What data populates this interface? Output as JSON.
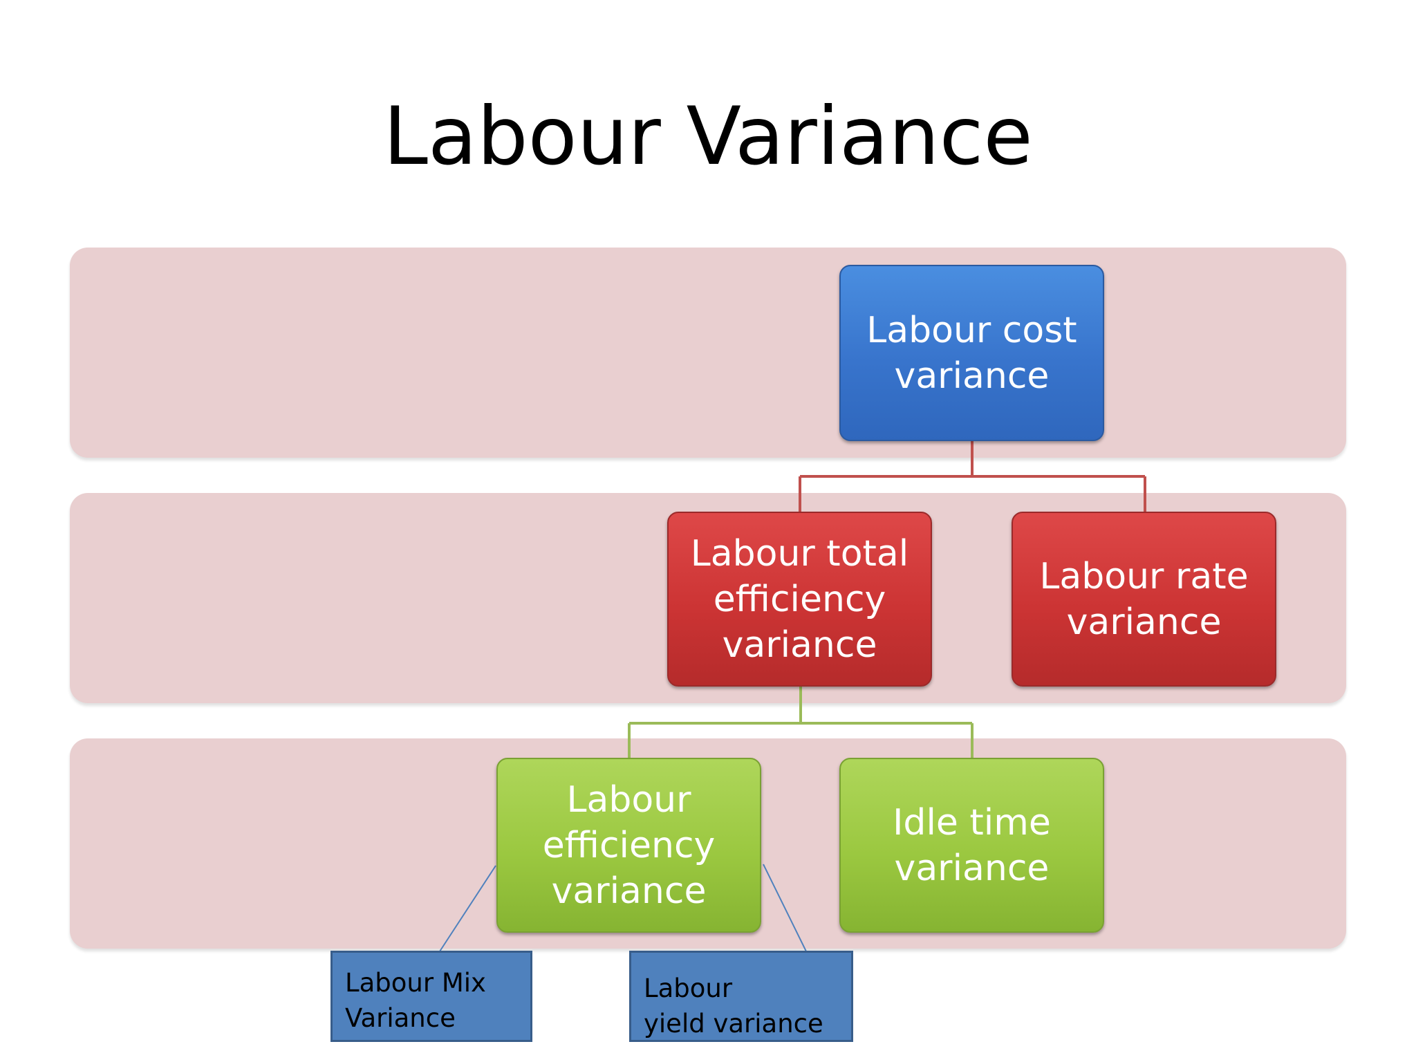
{
  "title": "Labour Variance",
  "colors": {
    "band": "#e9cfd0",
    "level_1": "#3874cc",
    "level_2": "#cc3434",
    "level_3": "#9bc840",
    "callout": "#4f81bd",
    "connector_level_1": "#c0504d",
    "connector_level_2": "#9bbb59",
    "connector_callout": "#4f81bd"
  },
  "nodes": {
    "cost": "Labour cost\nvariance",
    "total_efficiency": "Labour total\nefficiency\nvariance",
    "rate": "Labour rate\nvariance",
    "efficiency": "Labour\nefficiency\nvariance",
    "idle_time": "Idle time\nvariance"
  },
  "callouts": {
    "mix": "Labour Mix\nVariance",
    "yield": "Labour\nyield variance"
  }
}
